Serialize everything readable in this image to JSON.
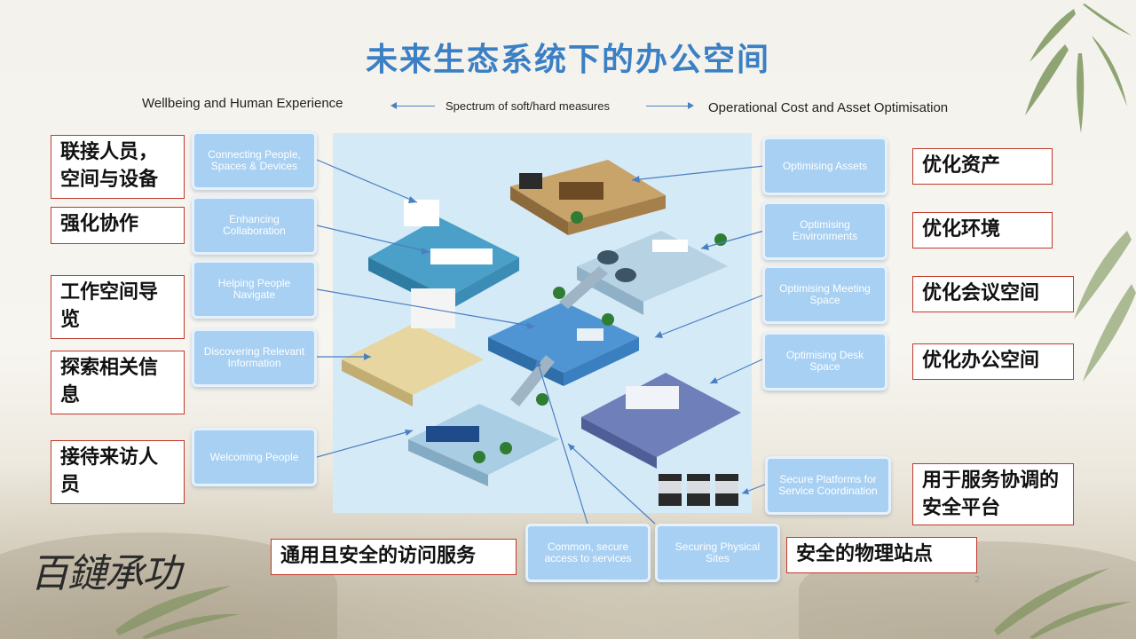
{
  "title": "未来生态系统下的办公空间",
  "spectrum": {
    "left": "Wellbeing and Human Experience",
    "middle": "Spectrum of soft/hard measures",
    "right": "Operational Cost and Asset Optimisation"
  },
  "left_items": [
    {
      "cn": "联接人员，空间与设备",
      "en": "Connecting People, Spaces & Devices"
    },
    {
      "cn": "强化协作",
      "en": "Enhancing Collaboration"
    },
    {
      "cn": "工作空间导览",
      "en": "Helping People Navigate"
    },
    {
      "cn": "探索相关信息",
      "en": "Discovering Relevant Information"
    },
    {
      "cn": "接待来访人员",
      "en": "Welcoming People"
    }
  ],
  "right_items": [
    {
      "cn": "优化资产",
      "en": "Optimising Assets"
    },
    {
      "cn": "优化环境",
      "en": "Optimising Environments"
    },
    {
      "cn": "优化会议空间",
      "en": "Optimising Meeting Space"
    },
    {
      "cn": "优化办公空间",
      "en": "Optimising Desk Space"
    },
    {
      "cn": "用于服务协调的安全平台",
      "en": "Secure Platforms for Service Coordination"
    }
  ],
  "bottom_items": [
    {
      "cn": "通用且安全的访问服务",
      "en": "Common, secure access to services"
    },
    {
      "cn": "安全的物理站点",
      "en": "Securing Physical Sites"
    }
  ],
  "page_number": "2",
  "logo_text": "百鏈承功",
  "colors": {
    "title": "#3b7fc4",
    "box_fill": "#a8d0f2",
    "cn_border": "#c0392b",
    "connector": "#4a7fc1"
  }
}
